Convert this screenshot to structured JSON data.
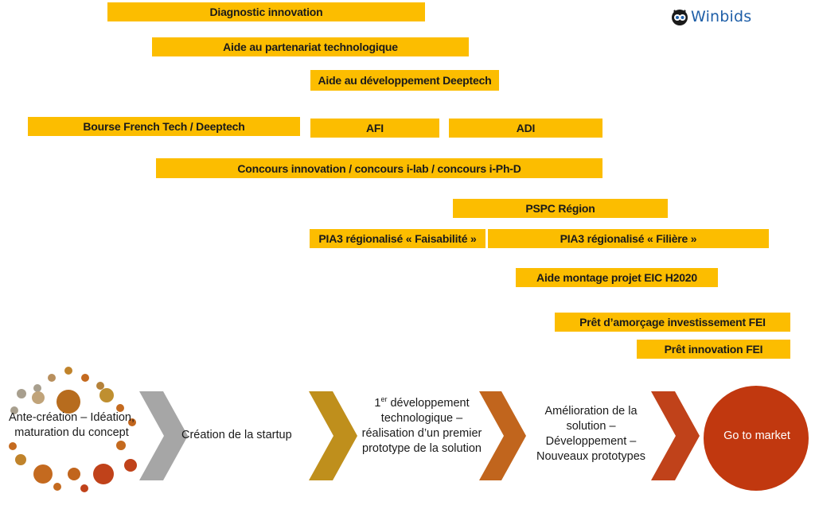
{
  "logo": {
    "text": "Winbids",
    "icon": "owl-logo-icon"
  },
  "aids": [
    {
      "label": "Diagnostic innovation"
    },
    {
      "label": "Aide au partenariat technologique"
    },
    {
      "label": "Aide au développement Deeptech"
    },
    {
      "label": "Bourse French Tech / Deeptech"
    },
    {
      "label": "AFI"
    },
    {
      "label": "ADI"
    },
    {
      "label": "Concours innovation / concours i-lab / concours i-Ph-D"
    },
    {
      "label": "PSPC Région"
    },
    {
      "label": "PIA3 régionalisé « Faisabilité »"
    },
    {
      "label": "PIA3 régionalisé « Filière »"
    },
    {
      "label": "Aide montage projet EIC H2020"
    },
    {
      "label": "Prêt d’amorçage investissement FEI"
    },
    {
      "label": "Prêt innovation FEI"
    }
  ],
  "stages": {
    "s1": "Ante-création – Idéation, maturation du concept",
    "s2": "Création de la startup",
    "s3_num": "1",
    "s3_sup": "er",
    "s3_rest": " développement technologique – réalisation d’un premier prototype de la solution",
    "s4": "Amélioration de la solution – Développement – Nouveaux prototypes",
    "s5": "Go to market"
  },
  "colors": {
    "bar": "#fcbd00",
    "chevron1": "#a6a6a6",
    "chevron2": "#bf8f1c",
    "chevron3": "#c1651d",
    "chevron4": "#c0421a",
    "circle": "#c1380f",
    "logo": "#1f5fa8"
  }
}
